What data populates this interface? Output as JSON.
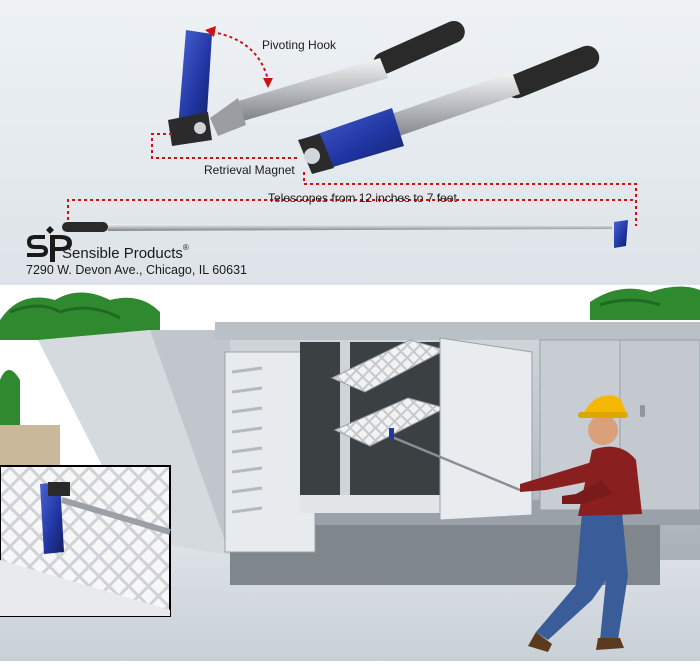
{
  "callouts": {
    "pivoting_hook": "Pivoting Hook",
    "retrieval_magnet": "Retrieval Magnet",
    "telescopes": "Telescopes from 12 inches to 7 feet"
  },
  "brand": {
    "logo_letters": "SP",
    "name": "Sensible Products",
    "registered_mark": "®",
    "address": "7290 W. Devon Ave., Chicago, IL 60631"
  },
  "colors": {
    "panel_bg": "#e6ebef",
    "tool_blue": "#2238a0",
    "callout_red": "#cc1111",
    "unit_gray": "#b5bcc2",
    "sky": "#ffffff",
    "tree_green": "#2f8a2f",
    "hard_hat": "#f5b800",
    "shirt": "#8a1f1f",
    "jeans": "#3a5d9a"
  }
}
